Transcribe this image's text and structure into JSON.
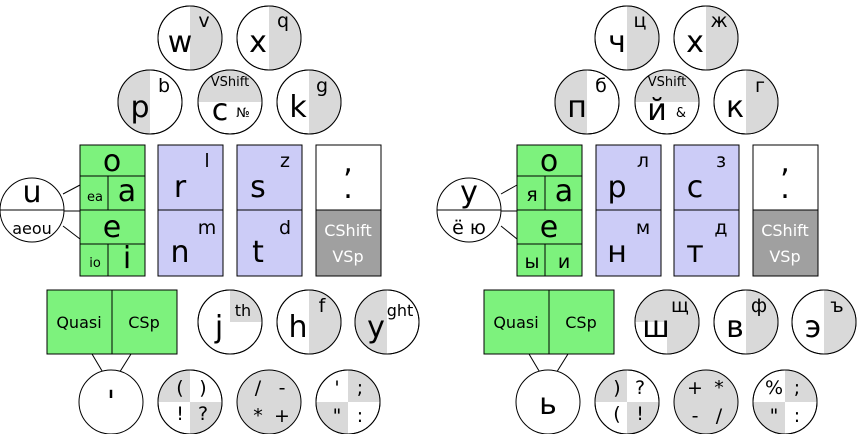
{
  "colors": {
    "green": "#7df27d",
    "lavender": "#ccccf7",
    "gray_key": "#a0a0a0",
    "circle_shade": "#d9d9d9",
    "stroke": "#000000"
  },
  "left": {
    "top_row": [
      {
        "main": "w",
        "sup": "v"
      },
      {
        "main": "x",
        "sup": "q"
      }
    ],
    "second_row": [
      {
        "main": "p",
        "sup": "b"
      },
      {
        "main": "c",
        "top": "VShift",
        "sub": "№"
      },
      {
        "main": "k",
        "sup": "g"
      }
    ],
    "vowel_circle": {
      "main": "u",
      "sub": "aeou"
    },
    "green_block": {
      "o": "o",
      "ea": "ea",
      "a": "a",
      "e": "e",
      "io": "io",
      "i": "i"
    },
    "lav_block_1": {
      "top": "r",
      "top_sup": "l",
      "bottom": "n",
      "bottom_sup": "m"
    },
    "lav_block_2": {
      "top": "s",
      "top_sup": "z",
      "bottom": "t",
      "bottom_sup": "d"
    },
    "punct_block": {
      "top_comma": ",",
      "top_period": ".",
      "cshift": "CShift",
      "vsp": "VSp"
    },
    "quasi_bar": {
      "quasi": "Quasi",
      "csp": "CSp"
    },
    "apostrophe": "'",
    "bottom_row": [
      {
        "main": "j",
        "sup": "th"
      },
      {
        "main": "h",
        "sup": "f"
      },
      {
        "main": "y",
        "sup": "ght"
      }
    ],
    "sym_circles": [
      {
        "tl": "(",
        "tr": ")",
        "bl": "!",
        "br": "?"
      },
      {
        "tl": "/",
        "tr": "-",
        "bl": "*",
        "br": "+"
      },
      {
        "tl": "'",
        "tr": ";",
        "bl": "\"",
        "br": ":"
      }
    ]
  },
  "right": {
    "top_row": [
      {
        "main": "ч",
        "sup": "ц"
      },
      {
        "main": "х",
        "sup": "ж"
      }
    ],
    "second_row": [
      {
        "main": "п",
        "sup": "б"
      },
      {
        "main": "й",
        "top": "VShift",
        "sub": "&"
      },
      {
        "main": "к",
        "sup": "г"
      }
    ],
    "vowel_circle": {
      "main": "у",
      "sub": "ё ю"
    },
    "green_block": {
      "o": "о",
      "ea": "я",
      "a": "а",
      "e": "е",
      "io": "ы",
      "i": "и"
    },
    "lav_block_1": {
      "top": "р",
      "top_sup": "л",
      "bottom": "н",
      "bottom_sup": "м"
    },
    "lav_block_2": {
      "top": "с",
      "top_sup": "з",
      "bottom": "т",
      "bottom_sup": "д"
    },
    "punct_block": {
      "top_comma": ",",
      "top_period": ".",
      "cshift": "CShift",
      "vsp": "VSp"
    },
    "quasi_bar": {
      "quasi": "Quasi",
      "csp": "CSp"
    },
    "apostrophe": "ь",
    "bottom_row": [
      {
        "main": "ш",
        "sup": "щ"
      },
      {
        "main": "в",
        "sup": "ф"
      },
      {
        "main": "э",
        "sup": "ъ"
      }
    ],
    "sym_circles": [
      {
        "tl": ")",
        "tr": "?",
        "bl": "(",
        "br": "!"
      },
      {
        "tl": "+",
        "tr": "*",
        "bl": "-",
        "br": "/"
      },
      {
        "tl": "%",
        "tr": ";",
        "bl": "\"",
        "br": ":"
      }
    ]
  }
}
